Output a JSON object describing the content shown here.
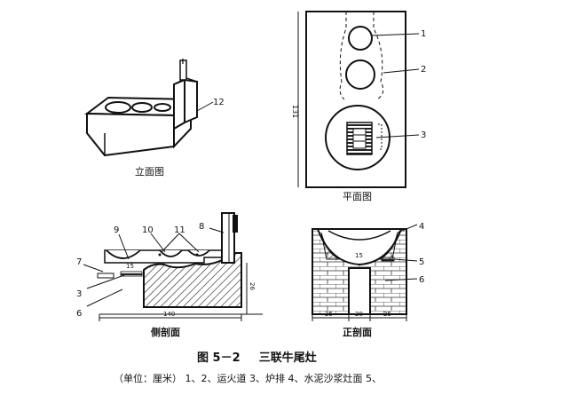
{
  "figure": {
    "number": "图 5－2",
    "title": "三联牛尾灶",
    "units_line": "（单位：厘米）  1、2、运火道  3、炉排  4、水泥沙浆灶面  5、"
  },
  "views": {
    "elevation": {
      "title": "立面图",
      "callouts": [
        "12"
      ]
    },
    "plan": {
      "title": "平面图",
      "callouts": [
        "1",
        "2",
        "3"
      ],
      "dim_side": "131"
    },
    "side_section": {
      "title": "侧剖面",
      "callouts": [
        "9",
        "10",
        "11",
        "8",
        "7",
        "3",
        "6"
      ],
      "inner_dim": "15",
      "dim_bottom": "140",
      "dim_right": "26"
    },
    "front_section": {
      "title": "正剖面",
      "callouts": [
        "4",
        "5",
        "6"
      ],
      "inner_dim": "15",
      "dims_bottom": [
        "25",
        "20",
        "25"
      ]
    }
  }
}
